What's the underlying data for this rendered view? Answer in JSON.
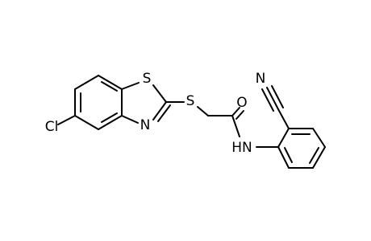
{
  "molecule": {
    "atoms": {
      "cl": "Cl",
      "s_ring": "S",
      "n_ring": "N",
      "s_link": "S",
      "o": "O",
      "nh": "HN",
      "n_nitrile": "N"
    },
    "colors": {
      "bond": "#000000",
      "label": "#000000",
      "background": "#ffffff"
    }
  }
}
